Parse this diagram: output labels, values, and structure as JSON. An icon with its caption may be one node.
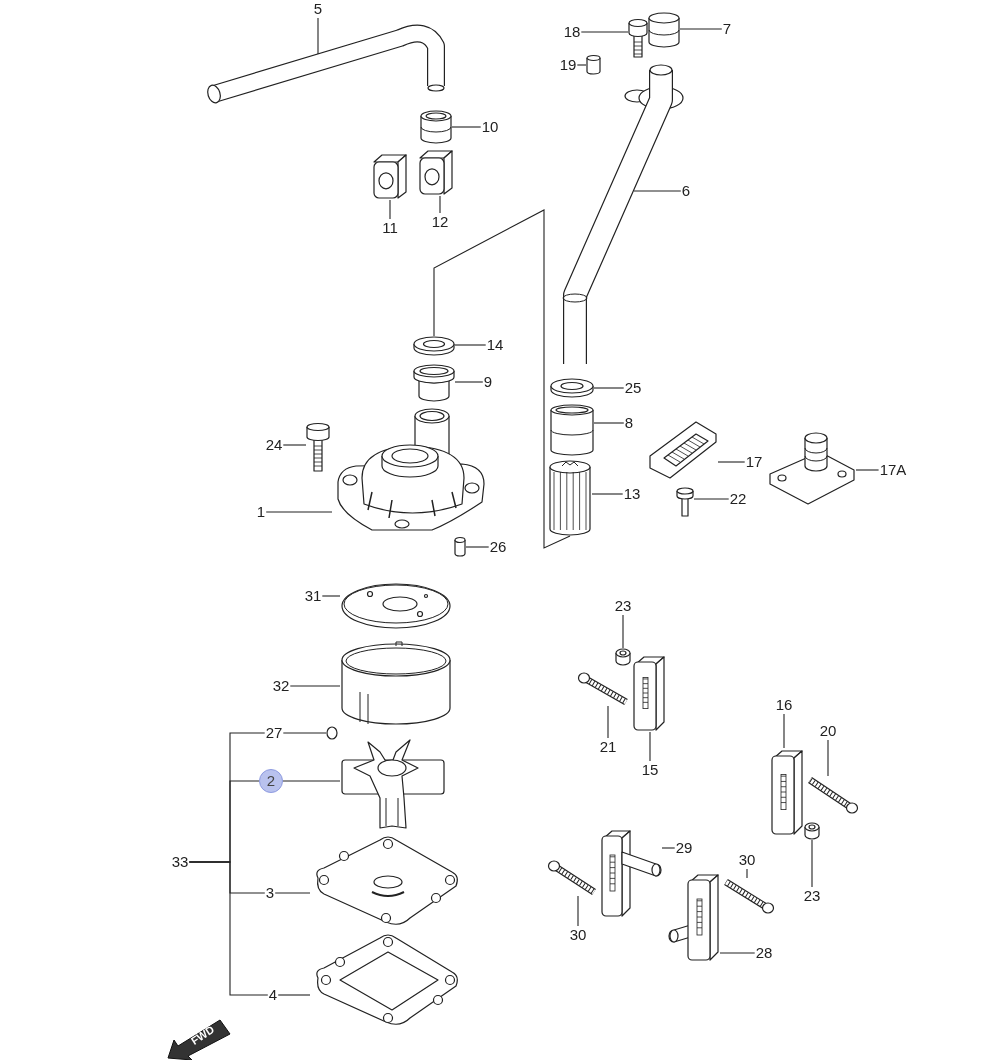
{
  "diagram": {
    "nodes": [
      {
        "text": [
          "5"
        ]
      },
      {
        "text": [],
        "shape": "picture"
      },
      {
        "text": [
          "10"
        ]
      },
      {
        "text": [],
        "shape": "picture"
      },
      {
        "text": [
          "11"
        ]
      },
      {
        "text": [],
        "shape": "picture"
      },
      {
        "text": [
          "12"
        ]
      },
      {
        "text": [],
        "shape": "picture"
      },
      {
        "text": [
          "18"
        ]
      },
      {
        "text": [],
        "shape": "picture"
      },
      {
        "text": [
          "7"
        ]
      },
      {
        "text": [],
        "shape": "picture"
      },
      {
        "text": [
          "19"
        ]
      },
      {
        "text": [],
        "shape": "picture"
      },
      {
        "text": [
          "6"
        ]
      },
      {
        "text": [],
        "shape": "picture"
      },
      {
        "text": [
          "14"
        ]
      },
      {
        "text": [],
        "shape": "picture"
      },
      {
        "text": [
          "9"
        ]
      },
      {
        "text": [],
        "shape": "picture"
      },
      {
        "text": [
          "24"
        ]
      },
      {
        "text": [],
        "shape": "picture"
      },
      {
        "text": [
          "1"
        ]
      },
      {
        "text": [],
        "shape": "picture"
      },
      {
        "text": [
          "26"
        ]
      },
      {
        "text": [],
        "shape": "picture"
      },
      {
        "text": [
          "25"
        ]
      },
      {
        "text": [],
        "shape": "picture"
      },
      {
        "text": [
          "8"
        ]
      },
      {
        "text": [],
        "shape": "picture"
      },
      {
        "text": [
          "13"
        ]
      },
      {
        "text": [],
        "shape": "picture"
      },
      {
        "text": [
          "17"
        ]
      },
      {
        "text": [],
        "shape": "picture"
      },
      {
        "text": [
          "22"
        ]
      },
      {
        "text": [],
        "shape": "picture"
      },
      {
        "text": [
          "17A"
        ]
      },
      {
        "text": [],
        "shape": "picture"
      },
      {
        "text": [
          "31"
        ]
      },
      {
        "text": [],
        "shape": "picture"
      },
      {
        "text": [
          "32"
        ]
      },
      {
        "text": [],
        "shape": "picture"
      },
      {
        "text": [
          "27"
        ]
      },
      {
        "text": [],
        "shape": "circle"
      },
      {
        "text": [
          "2"
        ]
      },
      {
        "text": [],
        "shape": "picture"
      },
      {
        "text": [
          "3"
        ]
      },
      {
        "text": [],
        "shape": "picture"
      },
      {
        "text": [
          "4"
        ]
      },
      {
        "text": [],
        "shape": "picture"
      },
      {
        "text": [
          "23"
        ]
      },
      {
        "text": [],
        "shape": "picture"
      },
      {
        "text": [
          "21"
        ]
      },
      {
        "text": [],
        "shape": "picture"
      },
      {
        "text": [
          "15"
        ]
      },
      {
        "text": [],
        "shape": "picture"
      },
      {
        "text": [
          "16"
        ]
      },
      {
        "text": [],
        "shape": "picture"
      },
      {
        "text": [
          "20"
        ]
      },
      {
        "text": [],
        "shape": "picture"
      },
      {
        "text": [
          "23"
        ]
      },
      {
        "text": [],
        "shape": "picture"
      },
      {
        "text": [
          "29"
        ]
      },
      {
        "text": [],
        "shape": "picture"
      },
      {
        "text": [
          "30"
        ]
      },
      {
        "text": [],
        "shape": "picture"
      },
      {
        "text": [
          "30"
        ]
      },
      {
        "text": [],
        "shape": "picture"
      },
      {
        "text": [
          "28"
        ]
      },
      {
        "text": [],
        "shape": "picture"
      },
      {
        "text": [
          "33"
        ]
      }
    ],
    "edges": [
      {
        "from": 0,
        "to": 1,
        "arrow": "none"
      },
      {
        "from": 2,
        "to": 3,
        "arrow": "none"
      },
      {
        "from": 4,
        "to": 5,
        "arrow": "none"
      },
      {
        "from": 6,
        "to": 7,
        "arrow": "none"
      },
      {
        "from": 8,
        "to": 9,
        "arrow": "none"
      },
      {
        "from": 10,
        "to": 11,
        "arrow": "none"
      },
      {
        "from": 12,
        "to": 13,
        "arrow": "none"
      },
      {
        "from": 14,
        "to": 15,
        "arrow": "none"
      },
      {
        "from": 16,
        "to": 17,
        "arrow": "none"
      },
      {
        "from": 18,
        "to": 19,
        "arrow": "none"
      },
      {
        "from": 20,
        "to": 21,
        "arrow": "none"
      },
      {
        "from": 22,
        "to": 23,
        "arrow": "none"
      },
      {
        "from": 24,
        "to": 25,
        "arrow": "none"
      },
      {
        "from": 26,
        "to": 27,
        "arrow": "none"
      },
      {
        "from": 28,
        "to": 29,
        "arrow": "none"
      },
      {
        "from": 30,
        "to": 31,
        "arrow": "none"
      },
      {
        "from": 32,
        "to": 33,
        "arrow": "none"
      },
      {
        "from": 34,
        "to": 35,
        "arrow": "none"
      },
      {
        "from": 36,
        "to": 37,
        "arrow": "none"
      },
      {
        "from": 38,
        "to": 39,
        "arrow": "none"
      },
      {
        "from": 40,
        "to": 41,
        "arrow": "none"
      },
      {
        "from": 42,
        "to": 43,
        "arrow": "none"
      },
      {
        "from": 44,
        "to": 45,
        "arrow": "none"
      },
      {
        "from": 46,
        "to": 47,
        "arrow": "none"
      },
      {
        "from": 48,
        "to": 49,
        "arrow": "none"
      },
      {
        "from": 50,
        "to": 51,
        "arrow": "none"
      },
      {
        "from": 52,
        "to": 53,
        "arrow": "none"
      },
      {
        "from": 54,
        "to": 55,
        "arrow": "none"
      },
      {
        "from": 56,
        "to": 57,
        "arrow": "none"
      },
      {
        "from": 58,
        "to": 59,
        "arrow": "none"
      },
      {
        "from": 60,
        "to": 61,
        "arrow": "none"
      },
      {
        "from": 62,
        "to": 63,
        "arrow": "none"
      },
      {
        "from": 64,
        "to": 65,
        "arrow": "none"
      },
      {
        "from": 66,
        "to": 67,
        "arrow": "none"
      },
      {
        "from": 68,
        "to": 69,
        "arrow": "none"
      },
      {
        "from": 70,
        "to": 42,
        "arrow": "none"
      },
      {
        "from": 70,
        "to": 44,
        "arrow": "none"
      },
      {
        "from": 70,
        "to": 46,
        "arrow": "none"
      },
      {
        "from": 70,
        "to": 48,
        "arrow": "none"
      },
      {
        "from": 17,
        "to": 31,
        "arrow": "none"
      }
    ],
    "labels": [
      "FWD"
    ]
  }
}
